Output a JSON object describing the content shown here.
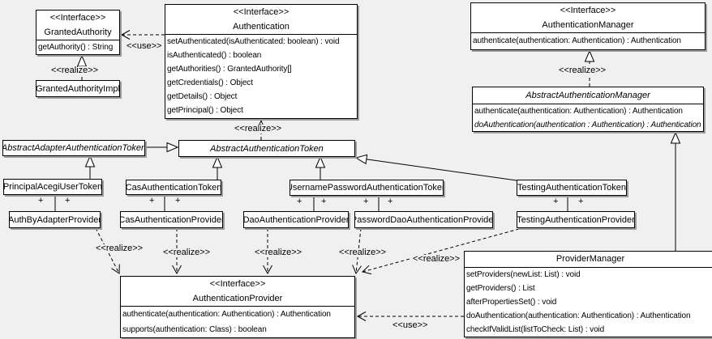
{
  "colors": {
    "background": "#f0f0f0",
    "box_fill": "#ffffff",
    "line": "#000000",
    "shadow": "#9d9d9d"
  },
  "edge_labels": {
    "use": "<<use>>",
    "realize": "<<realize>>",
    "plus": "+"
  },
  "classes": {
    "granted_authority": {
      "stereotype": "<<Interface>>",
      "name": "GrantedAuthority",
      "methods": [
        "getAuthority() : String"
      ]
    },
    "granted_authority_impl": {
      "name": "GrantedAuthorityImpl"
    },
    "authentication": {
      "stereotype": "<<Interface>>",
      "name": "Authentication",
      "methods": [
        "setAuthenticated(isAuthenticated: boolean) : void",
        "isAuthenticated() : boolean",
        "getAuthorities() : GrantedAuthority[]",
        "getCredentials() : Object",
        "getDetails() : Object",
        "getPrincipal() : Object"
      ]
    },
    "authentication_manager": {
      "stereotype": "<<Interface>>",
      "name": "AuthenticationManager",
      "methods": [
        "authenticate(authentication: Authentication) : Authentication"
      ]
    },
    "abstract_authentication_manager": {
      "name": "AbstractAuthenticationManager",
      "methods": [
        "authenticate(authentication: Authentication) : Authentication",
        "doAuthentication(authentication : Authentication) : Authentication"
      ]
    },
    "abstract_adapter_authentication_token": {
      "name": "AbstractAdapterAuthenticationToken"
    },
    "abstract_authentication_token": {
      "name": "AbstractAuthenticationToken"
    },
    "principal_acegi_user_token": {
      "name": "PrincipalAcegiUserToken"
    },
    "cas_authentication_token": {
      "name": "CasAuthenticationToken"
    },
    "username_password_authentication_token": {
      "name": "UsernamePasswordAuthenticationToken"
    },
    "testing_authentication_token": {
      "name": "TestingAuthenticationToken"
    },
    "auth_by_adapter_provider": {
      "name": "AuthByAdapterProvider"
    },
    "cas_authentication_provider": {
      "name": "CasAuthenticationProvider"
    },
    "dao_authentication_provider": {
      "name": "DaoAuthenticationProvider"
    },
    "password_dao_authentication_provider": {
      "name": "PasswordDaoAuthenticationProvider"
    },
    "testing_authentication_provider": {
      "name": "TestingAuthenticationProvider"
    },
    "authentication_provider": {
      "stereotype": "<<Interface>>",
      "name": "AuthenticationProvider",
      "methods": [
        "authenticate(authentication: Authentication) : Authentication",
        "supports(authentication: Class) : boolean"
      ]
    },
    "provider_manager": {
      "name": "ProviderManager",
      "methods": [
        "setProviders(newList: List) : void",
        "getProviders() : List",
        "afterPropertiesSet() : void",
        "doAuthentication(authentication: Authentication) : Authentication",
        "checkIfValidList(listToCheck: List) : void"
      ]
    }
  }
}
